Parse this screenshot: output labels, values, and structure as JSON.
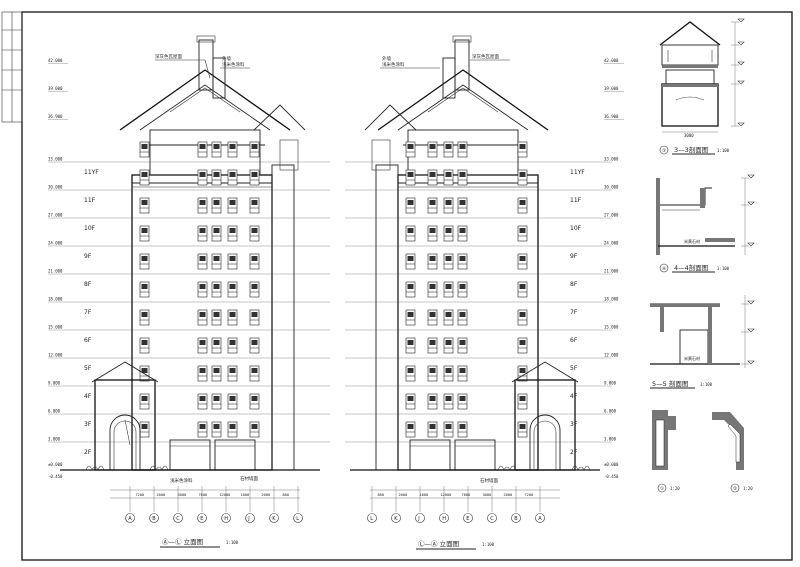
{
  "sheet": {
    "elevation_left_title": "Ⓐ—Ⓛ 立面图",
    "elevation_left_scale": "1:100",
    "elevation_right_title": "Ⓛ—Ⓐ 立面图",
    "elevation_right_scale": "1:100",
    "section_33_title": "3—3剖面图",
    "section_44_title": "4—4剖面图",
    "section_55_title": "5—5 剖面图",
    "section_scale": "1:100",
    "detail_1_label": "①",
    "detail_2_label": "②",
    "detail_scale": "1:20",
    "ground_label": "±0.000",
    "ground_under": "-0.450"
  },
  "floors": [
    {
      "label": "2F",
      "elev": "3.000"
    },
    {
      "label": "3F",
      "elev": "6.000"
    },
    {
      "label": "4F",
      "elev": "9.000"
    },
    {
      "label": "5F",
      "elev": "12.000"
    },
    {
      "label": "6F",
      "elev": "15.000"
    },
    {
      "label": "7F",
      "elev": "18.000"
    },
    {
      "label": "8F",
      "elev": "21.000"
    },
    {
      "label": "9F",
      "elev": "24.000"
    },
    {
      "label": "10F",
      "elev": "27.000"
    },
    {
      "label": "11F",
      "elev": "30.000"
    },
    {
      "label": "11YF",
      "elev": "33.000"
    }
  ],
  "roof_elevs": [
    "36.900",
    "39.000",
    "42.000"
  ],
  "axes_left": [
    "A",
    "B",
    "C",
    "E",
    "H",
    "J",
    "K",
    "L"
  ],
  "axes_right": [
    "L",
    "K",
    "J",
    "H",
    "E",
    "C",
    "B",
    "A"
  ],
  "dims_left": [
    "7200",
    "2000",
    "3000",
    "7800",
    "12000",
    "1800",
    "2000",
    "800"
  ],
  "notes": {
    "paint": "外墙",
    "paint2": "浅米色涂料",
    "roof": "深灰色瓦屋面",
    "stone": "石材墙面"
  }
}
